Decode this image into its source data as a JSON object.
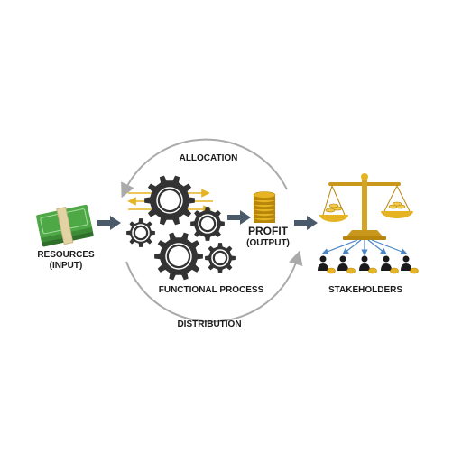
{
  "labels": {
    "allocation": "ALLOCATION",
    "functional_process": "FUNCTIONAL PROCESS",
    "distribution": "DISTRIBUTION",
    "resources": "RESOURCES",
    "resources_sub": "(INPUT)",
    "profit": "PROFIT",
    "profit_sub": "(OUTPUT)",
    "stakeholders": "STAKEHOLDERS"
  },
  "colors": {
    "gear": "#333333",
    "gold": "#e6b422",
    "gold_dark": "#b8860b",
    "money": "#3d8b37",
    "flow_arrow": "#4a5a6a",
    "cycle_arrow": "#aaaaaa",
    "distribution_arrow": "#4a86c5"
  },
  "icons": [
    "money-stack-icon",
    "gears-icon",
    "coin-stack-icon",
    "balance-scale-icon",
    "people-icon"
  ]
}
